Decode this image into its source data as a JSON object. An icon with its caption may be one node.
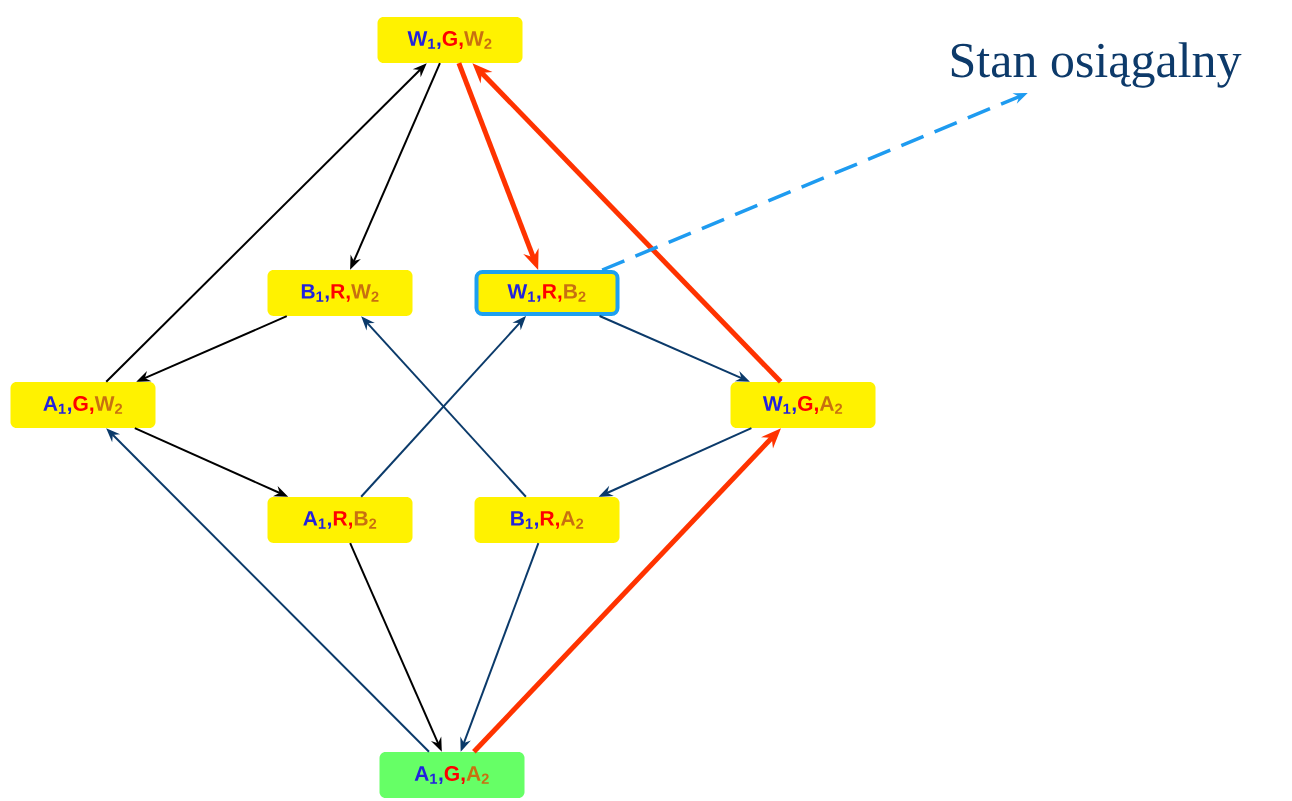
{
  "diagram": {
    "nodes": [
      {
        "text": [
          "W$_{1}$,",
          "G,",
          "W$_{2}$"
        ]
      },
      {
        "text": [
          "B$_{1}$,",
          "R,",
          "W$_{2}$"
        ]
      },
      {
        "text": [
          "W$_{1}$,",
          "R,",
          "B$_{2}$"
        ]
      },
      {
        "text": [
          "A$_{1}$,",
          "G,",
          "W$_{2}$"
        ]
      },
      {
        "text": [
          "W$_{1}$,",
          "G,",
          "A$_{2}$"
        ]
      },
      {
        "text": [
          "A$_{1}$,",
          "R,",
          "B$_{2}$"
        ]
      },
      {
        "text": [
          "B$_{1}$,",
          "R,",
          "A$_{2}$"
        ]
      },
      {
        "text": [
          "A$_{1}$,",
          "G,",
          "A$_{2}$"
        ]
      },
      {
        "text": [
          "Stan osiągalny"
        ]
      }
    ],
    "edges": [
      {
        "from": 3,
        "to": 0,
        "arrow": "to",
        "color": "#000000"
      },
      {
        "from": 0,
        "to": 1,
        "arrow": "to",
        "color": "#000000"
      },
      {
        "from": 0,
        "to": 2,
        "arrow": "to",
        "style": "thick",
        "color": "#ff3300"
      },
      {
        "from": 4,
        "to": 0,
        "arrow": "to",
        "style": "thick",
        "color": "#ff3300"
      },
      {
        "from": 1,
        "to": 3,
        "arrow": "to",
        "color": "#000000"
      },
      {
        "from": 3,
        "to": 5,
        "arrow": "to",
        "color": "#000000"
      },
      {
        "from": 6,
        "to": 1,
        "arrow": "to"
      },
      {
        "from": 5,
        "to": 2,
        "arrow": "to"
      },
      {
        "from": 2,
        "to": 4,
        "arrow": "to"
      },
      {
        "from": 4,
        "to": 6,
        "arrow": "to"
      },
      {
        "from": 5,
        "to": 7,
        "arrow": "to",
        "color": "#000000"
      },
      {
        "from": 6,
        "to": 7,
        "arrow": "to"
      },
      {
        "from": 7,
        "to": 3,
        "arrow": "to"
      },
      {
        "from": 7,
        "to": 4,
        "arrow": "to",
        "style": "thick",
        "color": "#ff3300"
      },
      {
        "from": 2,
        "to": 8,
        "arrow": "to",
        "style": "dashed",
        "color": "#1e9bf0"
      }
    ]
  }
}
